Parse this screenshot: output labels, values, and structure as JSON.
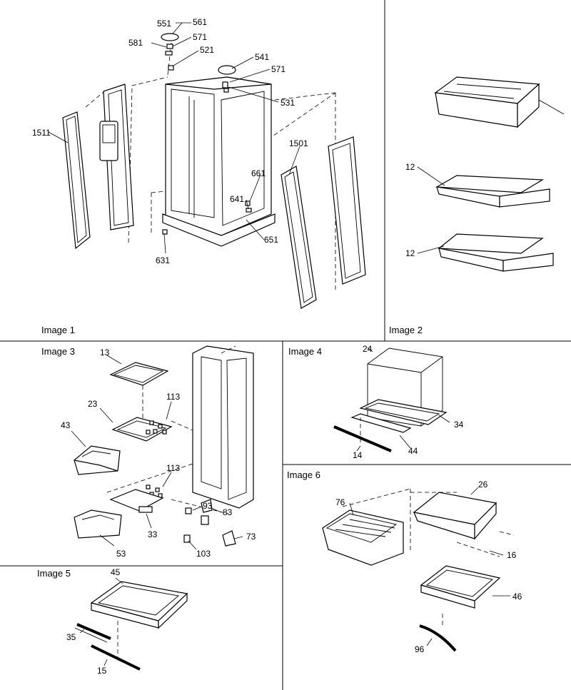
{
  "panels": {
    "image1": {
      "caption": "Image 1",
      "labels": [
        "551",
        "561",
        "581",
        "571",
        "521",
        "541",
        "571",
        "531",
        "1511",
        "1501",
        "661",
        "641",
        "651",
        "631"
      ]
    },
    "image2": {
      "caption": "Image 2",
      "labels": [
        "12",
        "12"
      ]
    },
    "image3": {
      "caption": "Image 3",
      "labels": [
        "13",
        "113",
        "23",
        "43",
        "113",
        "93",
        "83",
        "33",
        "53",
        "103",
        "73"
      ]
    },
    "image4": {
      "caption": "Image 4",
      "labels": [
        "24",
        "34",
        "44",
        "14"
      ]
    },
    "image5": {
      "caption": "Image 5",
      "labels": [
        "45",
        "35",
        "15"
      ]
    },
    "image6": {
      "caption": "Image 6",
      "labels": [
        "76",
        "26",
        "16",
        "46",
        "96"
      ]
    }
  }
}
